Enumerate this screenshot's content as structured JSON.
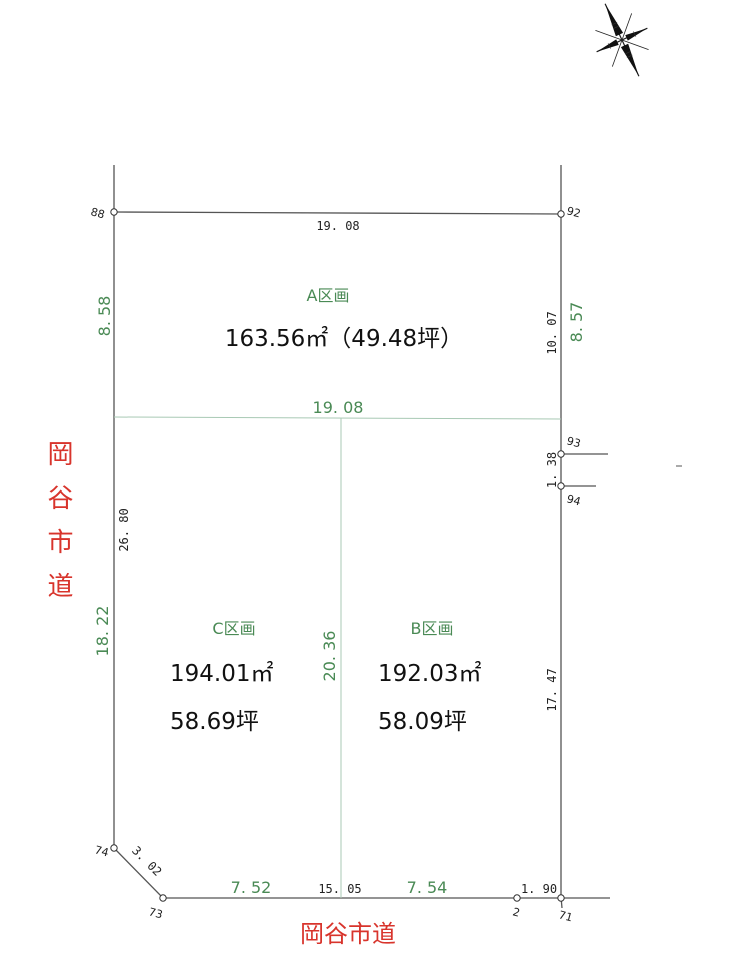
{
  "colors": {
    "green": "#4a8a55",
    "red": "#d8342c",
    "boundary": "#555555",
    "inner_line": "#a8c9b4"
  },
  "icons": {
    "compass": "north-arrow-compass-icon"
  },
  "road_left": "岡谷市道",
  "road_bottom": "岡谷市道",
  "lots": {
    "a": {
      "name": "A区画",
      "area": "163.56㎡（49.48坪）"
    },
    "c": {
      "name": "C区画",
      "area": "194.01㎡",
      "tsubo": "58.69坪"
    },
    "b": {
      "name": "B区画",
      "area": "192.03㎡",
      "tsubo": "58.09坪"
    }
  },
  "points": {
    "p88": "88",
    "p92": "92",
    "p93": "93",
    "p94": "94",
    "p74": "74",
    "p73": "73",
    "p2": "2",
    "p71": "71"
  },
  "dims": {
    "top": "19. 08",
    "a_left": "8. 58",
    "a_right_green": "8. 57",
    "right_upper": "10. 07",
    "middle": "19. 08",
    "right_small": "1. 38",
    "left_full": "26. 80",
    "c_left": "18. 22",
    "divider": "20. 36",
    "right_lower": "17. 47",
    "corner": "3. 02",
    "bottom_c": "7. 52",
    "bottom_total": "15. 05",
    "bottom_b": "7. 54",
    "bottom_right": "1. 90"
  }
}
